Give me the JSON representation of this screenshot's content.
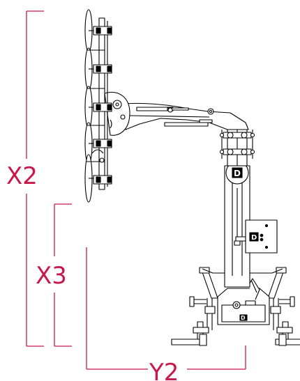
{
  "diagram": {
    "dimension_labels": {
      "x2": "X2",
      "x3": "X3",
      "y2": "Y2"
    },
    "colors": {
      "dimension": "#c8184a",
      "machine_stroke": "#000000",
      "machine_fill": "#ffffff"
    },
    "machine_icons": {
      "mast_logo": "D",
      "base_logo": "D",
      "control_box_logo": "D"
    }
  }
}
